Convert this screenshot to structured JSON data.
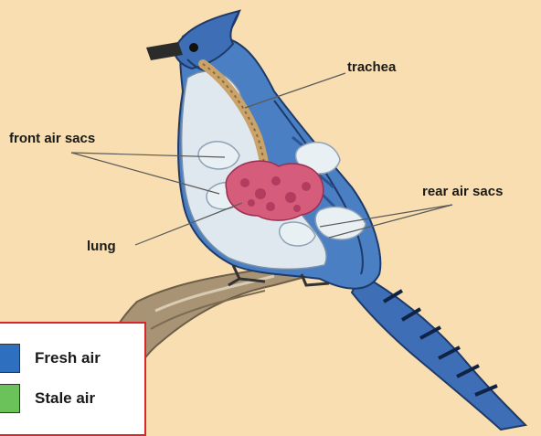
{
  "labels": {
    "trachea": "trachea",
    "front_air_sacs": "front air sacs",
    "rear_air_sacs": "rear air sacs",
    "lung": "lung"
  },
  "legend": {
    "items": [
      {
        "label": "Fresh air",
        "color": "#2f6fc0"
      },
      {
        "label": "Stale air",
        "color": "#6cc25a"
      }
    ]
  },
  "colors": {
    "background": "#f8deb0",
    "legend_border": "#d8262d",
    "bird_blue": "#4a7fc4",
    "bird_belly": "#dfe8ee",
    "lung": "#d65c7c",
    "branch": "#a89475"
  }
}
